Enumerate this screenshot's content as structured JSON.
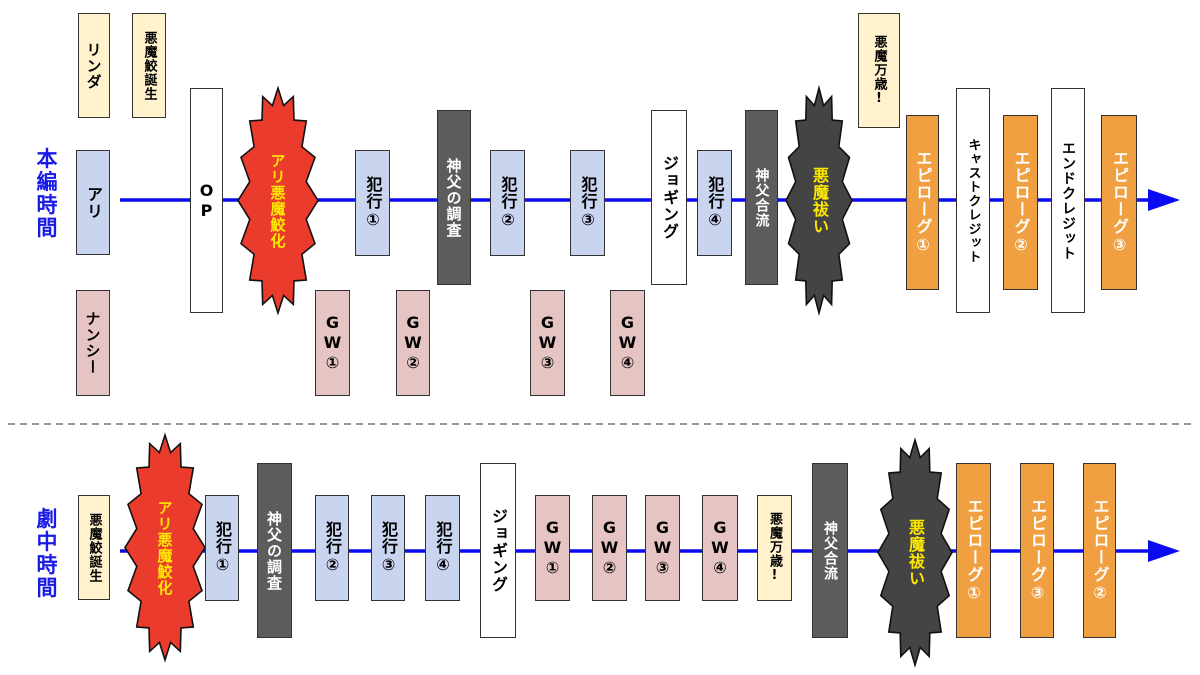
{
  "colors": {
    "timeline": "#0b0bf0",
    "divider": "#777777",
    "section_label": "#1a1ae6",
    "white": "#ffffff",
    "cream": "#fff2cc",
    "blue": "#c9d4ee",
    "pink": "#e6c4c4",
    "gray": "#5c5c5c",
    "orange": "#f0a040",
    "burst_red": "#ea3b2c",
    "burst_dark": "#444444",
    "burst_text": "#ffe800",
    "border": "#333333"
  },
  "sections": [
    {
      "id": "honpen",
      "label": "本編時間",
      "nodes": [
        {
          "text": "リンダ",
          "style": "cream"
        },
        {
          "text": "悪魔鮫誕生",
          "style": "cream"
        },
        {
          "text": "アリ",
          "style": "blue"
        },
        {
          "text": "ナンシー",
          "style": "pink"
        },
        {
          "text": "OP",
          "style": "white"
        },
        {
          "text": "アリ悪魔鮫化",
          "style": "burst_red"
        },
        {
          "text": "犯行①",
          "style": "blue"
        },
        {
          "text": "GW①",
          "style": "pink"
        },
        {
          "text": "GW②",
          "style": "pink"
        },
        {
          "text": "神父の調査",
          "style": "gray"
        },
        {
          "text": "犯行②",
          "style": "blue"
        },
        {
          "text": "GW③",
          "style": "pink"
        },
        {
          "text": "犯行③",
          "style": "blue"
        },
        {
          "text": "GW④",
          "style": "pink"
        },
        {
          "text": "ジョギング",
          "style": "white"
        },
        {
          "text": "犯行④",
          "style": "blue"
        },
        {
          "text": "神父合流",
          "style": "gray"
        },
        {
          "text": "悪魔祓い",
          "style": "burst_dark"
        },
        {
          "text": "悪魔万歳!",
          "style": "cream"
        },
        {
          "text": "エピローグ①",
          "style": "orange"
        },
        {
          "text": "キャストクレジット",
          "style": "white"
        },
        {
          "text": "エピローグ②",
          "style": "orange"
        },
        {
          "text": "エンドクレジット",
          "style": "white"
        },
        {
          "text": "エピローグ③",
          "style": "orange"
        }
      ]
    },
    {
      "id": "gekichu",
      "label": "劇中時間",
      "nodes": [
        {
          "text": "悪魔鮫誕生",
          "style": "cream"
        },
        {
          "text": "アリ悪魔鮫化",
          "style": "burst_red"
        },
        {
          "text": "犯行①",
          "style": "blue"
        },
        {
          "text": "神父の調査",
          "style": "gray"
        },
        {
          "text": "犯行②",
          "style": "blue"
        },
        {
          "text": "犯行③",
          "style": "blue"
        },
        {
          "text": "犯行④",
          "style": "blue"
        },
        {
          "text": "ジョギング",
          "style": "white"
        },
        {
          "text": "GW①",
          "style": "pink"
        },
        {
          "text": "GW②",
          "style": "pink"
        },
        {
          "text": "GW③",
          "style": "pink"
        },
        {
          "text": "GW④",
          "style": "pink"
        },
        {
          "text": "悪魔万歳!",
          "style": "cream"
        },
        {
          "text": "神父合流",
          "style": "gray"
        },
        {
          "text": "悪魔祓い",
          "style": "burst_dark"
        },
        {
          "text": "エピローグ①",
          "style": "orange"
        },
        {
          "text": "エピローグ③",
          "style": "orange"
        },
        {
          "text": "エピローグ②",
          "style": "orange"
        }
      ]
    }
  ]
}
